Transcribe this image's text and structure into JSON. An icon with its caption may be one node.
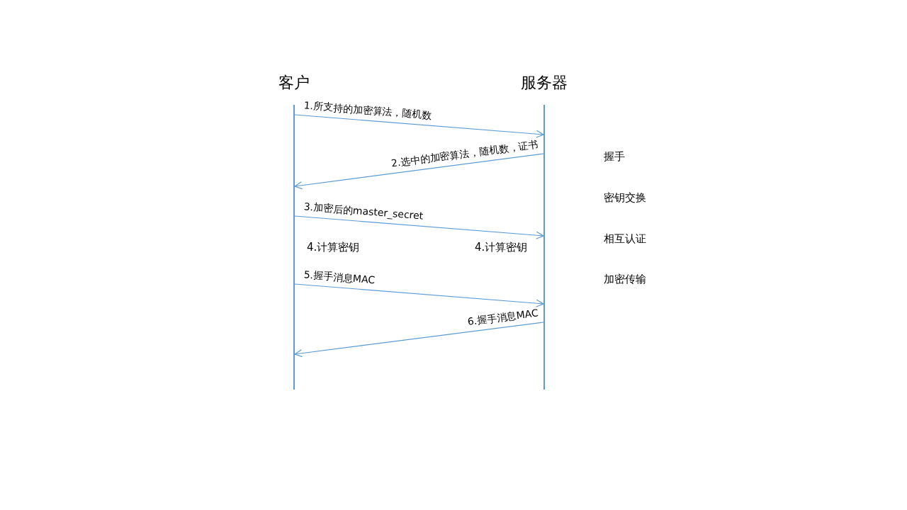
{
  "diagram": {
    "nodes": [
      {
        "text": [
          "客户"
        ]
      },
      {
        "text": [
          "服务器"
        ]
      }
    ],
    "edges": [
      {
        "from": 0,
        "to": 1,
        "arrow": "to",
        "label": "1.所支持的加密算法，随机数"
      },
      {
        "from": 1,
        "to": 0,
        "arrow": "to",
        "label": "2.选中的加密算法，随机数，证书"
      },
      {
        "from": 0,
        "to": 1,
        "arrow": "to",
        "label": "3.加密后的master_secret"
      },
      {
        "from": 0,
        "to": 1,
        "arrow": "to",
        "label": "5.握手消息MAC"
      },
      {
        "from": 1,
        "to": 0,
        "arrow": "to",
        "label": "6.握手消息MAC"
      }
    ],
    "labels": [
      "握手",
      "密钥交换",
      "相互认证",
      "4.计算密钥",
      "4.计算密钥",
      "加密传输"
    ]
  }
}
